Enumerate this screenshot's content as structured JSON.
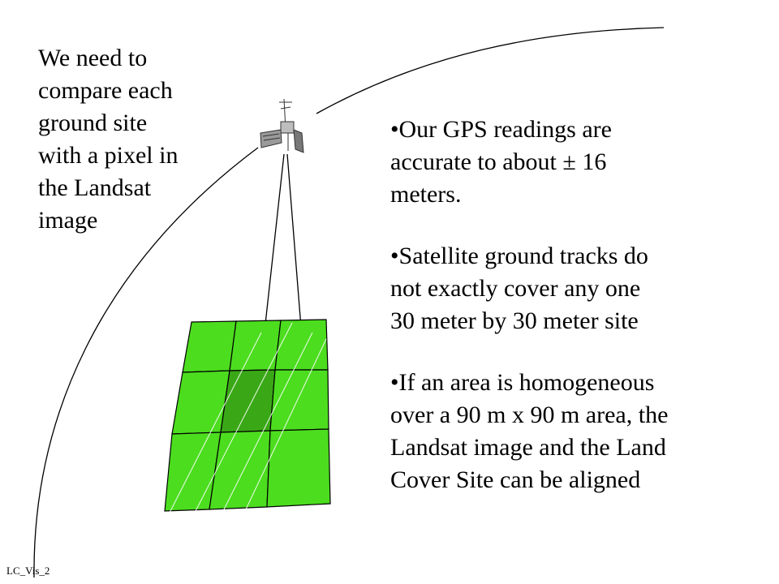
{
  "intro": {
    "lines": [
      "We need to",
      "compare each",
      "ground site",
      "with a pixel in",
      "the Landsat",
      "image"
    ]
  },
  "bullets": [
    {
      "lines": [
        "•Our GPS readings are",
        "accurate to about ± 16",
        "meters."
      ]
    },
    {
      "lines": [
        "•Satellite ground tracks do",
        "not exactly cover any one",
        "30 meter by 30 meter site"
      ]
    },
    {
      "lines": [
        "•If an area is homogeneous",
        "over  a 90 m x 90 m area, the",
        "Landsat image and the Land",
        "Cover Site can be aligned"
      ]
    }
  ],
  "footer": {
    "slide_id": "LC_Vis_2"
  },
  "colors": {
    "pixel_fill": "#4cdd1f",
    "center_pixel_fill": "#3aa816",
    "grid_stroke": "#000000",
    "track_stroke": "#ffffff",
    "orbit_stroke": "#000000"
  },
  "icons": {
    "satellite": "satellite-icon"
  }
}
